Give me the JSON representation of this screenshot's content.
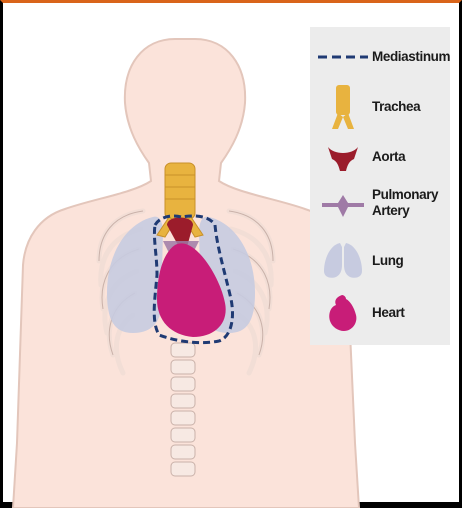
{
  "legend": {
    "mediastinum": "Mediastinum",
    "trachea": "Trachea",
    "aorta": "Aorta",
    "pulmonary_artery": "Pulmonary\nArtery",
    "lung": "Lung",
    "heart": "Heart"
  },
  "colors": {
    "skin": "#fbe3da",
    "body_outline": "#e3c6bb",
    "trachea": "#e8b33f",
    "aorta": "#9b1c2b",
    "pulmonary_artery": "#9f7aa6",
    "lung": "#c7cbe0",
    "heart": "#c81d78",
    "mediastinum": "#1f3a73",
    "legend_bg": "#ececec",
    "frame_accent": "#d9641a"
  }
}
